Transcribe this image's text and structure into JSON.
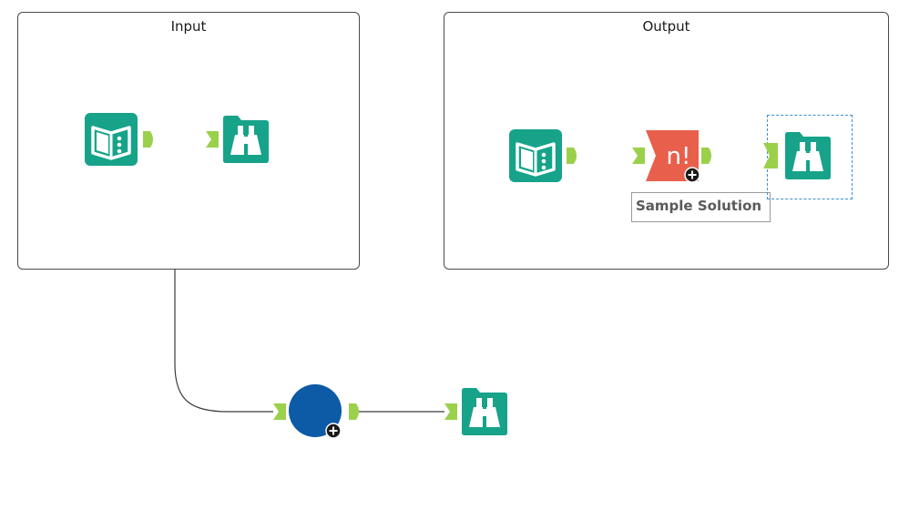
{
  "canvas": {
    "containers": [
      {
        "id": "input",
        "title": "Input"
      },
      {
        "id": "output",
        "title": "Output"
      }
    ],
    "tools": [
      {
        "id": "input-book",
        "type": "input-data",
        "icon": "book-icon",
        "color": "#16a38a"
      },
      {
        "id": "input-browse",
        "type": "browse",
        "icon": "binoculars-icon",
        "color": "#16a38a"
      },
      {
        "id": "output-book",
        "type": "input-data",
        "icon": "book-icon",
        "color": "#16a38a"
      },
      {
        "id": "sample",
        "type": "sample",
        "icon": "n-factorial-icon",
        "label": "n!",
        "color": "#e8604c"
      },
      {
        "id": "output-browse",
        "type": "browse",
        "icon": "binoculars-icon",
        "color": "#16a38a",
        "selected": true
      },
      {
        "id": "macro",
        "type": "macro",
        "icon": "blue-circle-icon",
        "color": "#0d5aa7"
      },
      {
        "id": "bottom-browse",
        "type": "browse",
        "icon": "binoculars-icon",
        "color": "#16a38a"
      }
    ],
    "tooltip": {
      "text": "Sample Solution"
    },
    "colors": {
      "anchor": "#9bd14a",
      "wire": "#3a3a3a",
      "selected_wire": "#1f1fa8",
      "selection_border": "#3a8fd1"
    }
  }
}
